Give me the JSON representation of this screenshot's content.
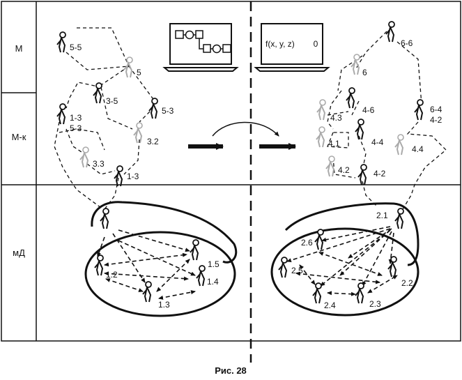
{
  "levels": [
    "М",
    "М-к",
    "мД"
  ],
  "caption": "Рис. 28",
  "screen_formula": "f(x, y, z)",
  "screen_zero": "0",
  "left_top": [
    "5-5",
    "5"
  ],
  "left_mid": [
    "3-5",
    "5-3",
    "1-3",
    "5-3",
    "3.2",
    "3.3",
    "1-3"
  ],
  "left_bottom": [
    "1.2",
    "1.5",
    "1.4",
    "1.3"
  ],
  "right_top": [
    "6-6",
    "6"
  ],
  "right_mid": [
    "4-6",
    "6-4",
    "4-2",
    "4.3",
    "4.1",
    "4-4",
    "4.4",
    "4.2",
    "4-2"
  ],
  "right_bottom": [
    "2.1",
    "2.6",
    "2.5",
    "2.2",
    "2.4",
    "2.3"
  ]
}
